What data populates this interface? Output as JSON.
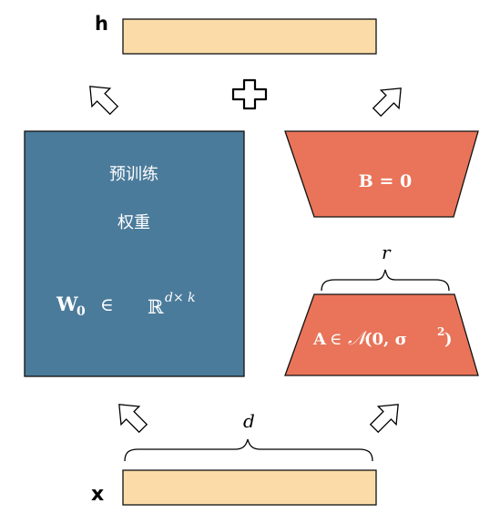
{
  "output_label": "h",
  "input_label": "x",
  "plus_symbol": "+",
  "pretrained": {
    "line1": "预训练",
    "line2": "权重",
    "formula": {
      "W": "W",
      "sub": "0",
      "in": "∈",
      "R": "ℝ",
      "sup": "d× k"
    }
  },
  "matrix_B": {
    "label": "B = 0"
  },
  "matrix_A": {
    "A": "A",
    "in": "∈",
    "N": "𝒩",
    "args": "(0, σ",
    "sq": "2",
    "close": ")"
  },
  "rank_label": "r",
  "dim_label": "d",
  "colors": {
    "vector_fill": "#fbdca8",
    "pretrained_fill": "#4b7b9b",
    "lora_fill": "#e97459",
    "stroke": "#111111",
    "text_on_color": "#ffffff"
  }
}
